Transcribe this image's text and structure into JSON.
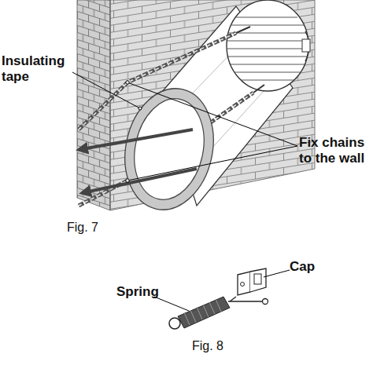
{
  "diagram": {
    "labels": [
      "Insulating tape",
      "Fix chains to the wall",
      "Fig. 7",
      "Spring",
      "Cap",
      "Fig. 8"
    ]
  }
}
